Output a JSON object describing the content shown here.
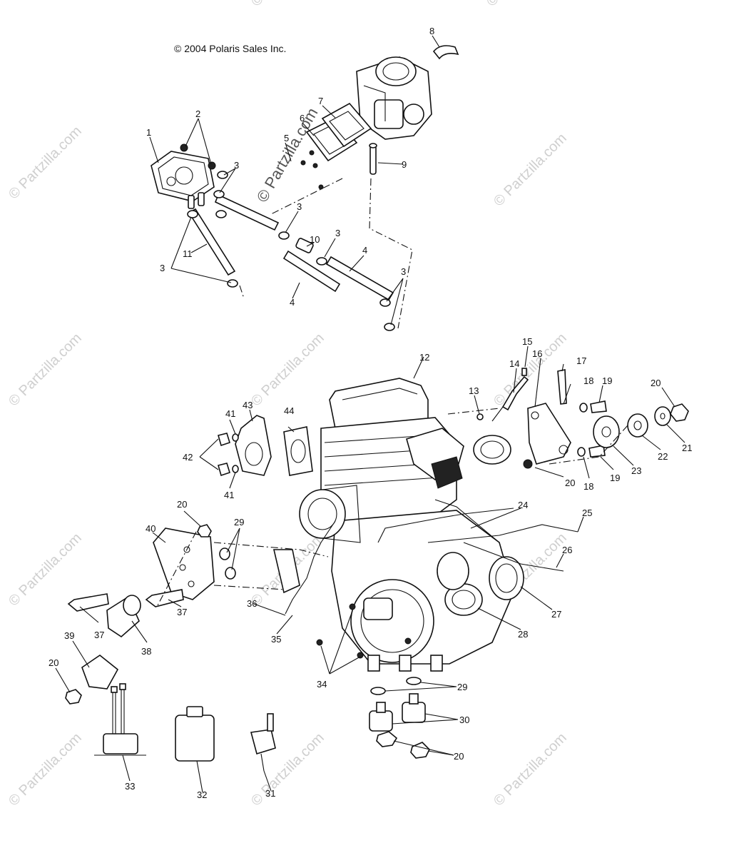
{
  "copyright": "© 2004 Polaris Sales Inc.",
  "watermark_text": "© Partzilla.com",
  "callouts": [
    "1",
    "2",
    "3",
    "4",
    "5",
    "6",
    "7",
    "8",
    "9",
    "10",
    "11",
    "12",
    "13",
    "14",
    "15",
    "16",
    "17",
    "18",
    "19",
    "20",
    "21",
    "22",
    "23",
    "24",
    "25",
    "26",
    "27",
    "28",
    "29",
    "30",
    "31",
    "32",
    "33",
    "34",
    "35",
    "36",
    "37",
    "38",
    "39",
    "40",
    "41",
    "42",
    "43",
    "44"
  ]
}
